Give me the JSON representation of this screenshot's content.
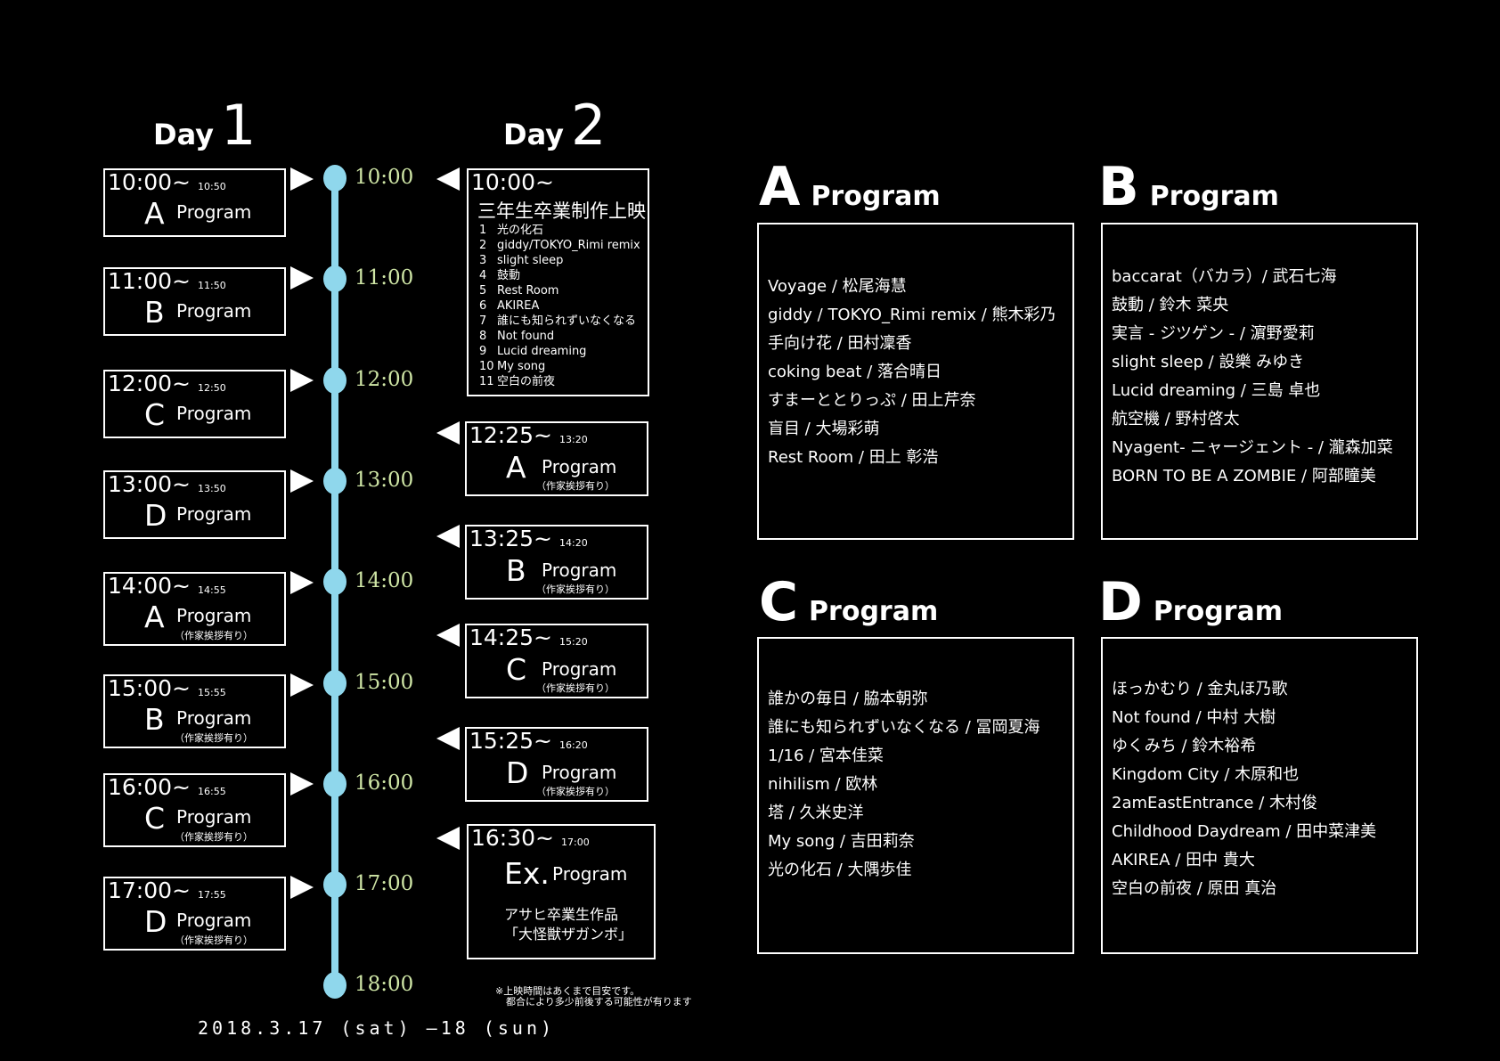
{
  "day1": {
    "label": "Day",
    "num": "1"
  },
  "day2": {
    "label": "Day",
    "num": "2"
  },
  "timeline": [
    "10:00",
    "11:00",
    "12:00",
    "13:00",
    "14:00",
    "15:00",
    "16:00",
    "17:00",
    "18:00"
  ],
  "day1_slots": [
    {
      "start": "10:00~",
      "end": "10:50",
      "letter": "A",
      "program": "Program",
      "note": ""
    },
    {
      "start": "11:00~",
      "end": "11:50",
      "letter": "B",
      "program": "Program",
      "note": ""
    },
    {
      "start": "12:00~",
      "end": "12:50",
      "letter": "C",
      "program": "Program",
      "note": ""
    },
    {
      "start": "13:00~",
      "end": "13:50",
      "letter": "D",
      "program": "Program",
      "note": ""
    },
    {
      "start": "14:00~",
      "end": "14:55",
      "letter": "A",
      "program": "Program",
      "note": "（作家挨拶有り）"
    },
    {
      "start": "15:00~",
      "end": "15:55",
      "letter": "B",
      "program": "Program",
      "note": "（作家挨拶有り）"
    },
    {
      "start": "16:00~",
      "end": "16:55",
      "letter": "C",
      "program": "Program",
      "note": "（作家挨拶有り）"
    },
    {
      "start": "17:00~",
      "end": "17:55",
      "letter": "D",
      "program": "Program",
      "note": "（作家挨拶有り）"
    }
  ],
  "day2_first": {
    "start": "10:00~",
    "title": "三年生卒業制作上映",
    "items": [
      {
        "n": "1",
        "t": "光の化石"
      },
      {
        "n": "2",
        "t": "giddy/TOKYO_Rimi remix"
      },
      {
        "n": "3",
        "t": "slight sleep"
      },
      {
        "n": "4",
        "t": "鼓動"
      },
      {
        "n": "5",
        "t": "Rest Room"
      },
      {
        "n": "6",
        "t": "AKIREA"
      },
      {
        "n": "7",
        "t": "誰にも知られずいなくなる"
      },
      {
        "n": "8",
        "t": "Not found"
      },
      {
        "n": "9",
        "t": "Lucid dreaming"
      },
      {
        "n": "10",
        "t": "My song"
      },
      {
        "n": "11",
        "t": "空白の前夜"
      }
    ]
  },
  "day2_slots": [
    {
      "start": "12:25~",
      "end": "13:20",
      "letter": "A",
      "program": "Program",
      "note": "（作家挨拶有り）"
    },
    {
      "start": "13:25~",
      "end": "14:20",
      "letter": "B",
      "program": "Program",
      "note": "（作家挨拶有り）"
    },
    {
      "start": "14:25~",
      "end": "15:20",
      "letter": "C",
      "program": "Program",
      "note": "（作家挨拶有り）"
    },
    {
      "start": "15:25~",
      "end": "16:20",
      "letter": "D",
      "program": "Program",
      "note": "（作家挨拶有り）"
    }
  ],
  "day2_ex": {
    "start": "16:30~",
    "end": "17:00",
    "letter": "Ex.",
    "program": "Program",
    "desc1": "アサヒ卒業生作品",
    "desc2": "「大怪獣ザガンボ」"
  },
  "footnote": {
    "line1": "※上映時間はあくまで目安です。",
    "line2": "都合により多少前後する可能性が有ります"
  },
  "date": "2018.3.17 (sat) ―18 (sun)",
  "programs": {
    "A": {
      "letter": "A",
      "label": "Program",
      "items": [
        "Voyage / 松尾海慧",
        "giddy / TOKYO_Rimi remix / 熊木彩乃",
        "手向け花 / 田村凜香",
        "coking beat / 落合晴日",
        "すまーととりっぷ / 田上芹奈",
        "盲目 / 大場彩萌",
        "Rest Room / 田上 彰浩"
      ]
    },
    "B": {
      "letter": "B",
      "label": "Program",
      "items": [
        "baccarat（バカラ）/ 武石七海",
        "鼓動 / 鈴木 菜央",
        "実言 - ジツゲン - / 濵野愛莉",
        "slight sleep / 設樂 みゆき",
        "Lucid dreaming / 三島 卓也",
        "航空機 / 野村啓太",
        "Nyagent- ニャージェント - / 瀧森加菜",
        "BORN TO BE A ZOMBIE / 阿部瞳美"
      ]
    },
    "C": {
      "letter": "C",
      "label": "Program",
      "items": [
        "誰かの毎日 / 脇本朝弥",
        "誰にも知られずいなくなる / 冨岡夏海",
        "1/16 / 宮本佳菜",
        "nihilism / 欧林",
        "塔 / 久米史洋",
        "My song / 吉田莉奈",
        "光の化石 / 大隅歩佳"
      ]
    },
    "D": {
      "letter": "D",
      "label": "Program",
      "items": [
        "ほっかむり / 金丸ほ乃歌",
        "Not found / 中村 大樹",
        "ゆくみち / 鈴木裕希",
        "Kingdom City / 木原和也",
        "2amEastEntrance / 木村俊",
        "Childhood Daydream / 田中菜津美",
        "AKIREA / 田中 貴大",
        "空白の前夜 / 原田 真治"
      ]
    }
  }
}
